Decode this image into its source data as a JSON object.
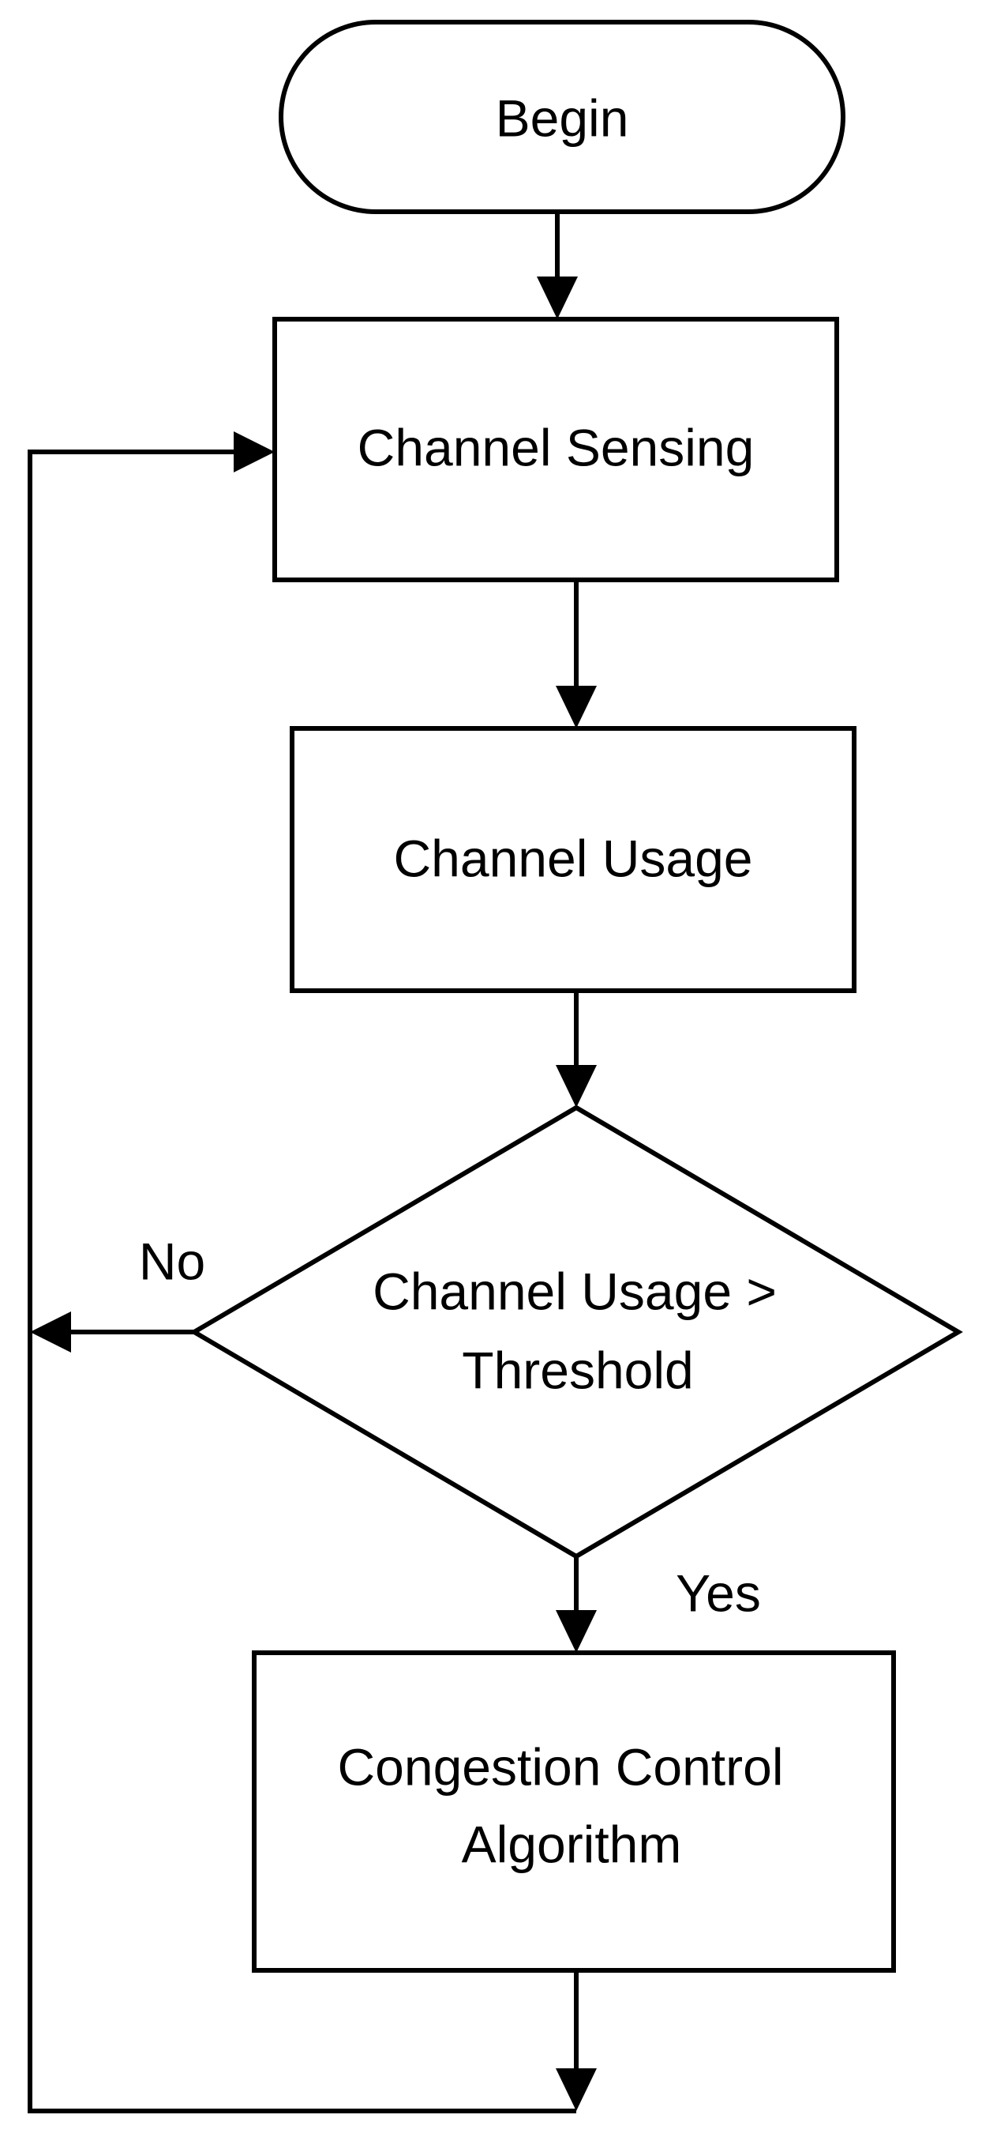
{
  "flowchart": {
    "begin": "Begin",
    "sensing": "Channel Sensing",
    "usage": "Channel Usage",
    "decision_line1": "Channel Usage >",
    "decision_line2": "Threshold",
    "no_label": "No",
    "yes_label": "Yes",
    "control_line1": "Congestion Control",
    "control_line2": "Algorithm"
  }
}
